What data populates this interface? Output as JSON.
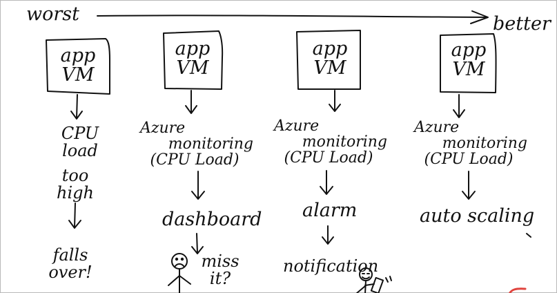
{
  "scale": {
    "worst_label": "worst",
    "better_label": "better"
  },
  "columns": [
    {
      "box_line1": "app",
      "box_line2": "VM",
      "step1_line1": "CPU",
      "step1_line2": "load",
      "step2_line1": "too",
      "step2_line2": "high",
      "outcome_line1": "falls",
      "outcome_line2": "over!"
    },
    {
      "box_line1": "app",
      "box_line2": "VM",
      "monitor_line1": "Azure",
      "monitor_line2": "monitoring",
      "monitor_line3": "(CPU Load)",
      "result": "dashboard",
      "outcome_line1": "miss",
      "outcome_line2": "it?"
    },
    {
      "box_line1": "app",
      "box_line2": "VM",
      "monitor_line1": "Azure",
      "monitor_line2": "monitoring",
      "monitor_line3": "(CPU Load)",
      "result": "alarm",
      "outcome_line1": "notification"
    },
    {
      "box_line1": "app",
      "box_line2": "VM",
      "monitor_line1": "Azure",
      "monitor_line2": "monitoring",
      "monitor_line3": "(CPU Load)",
      "result": "auto scaling"
    }
  ]
}
